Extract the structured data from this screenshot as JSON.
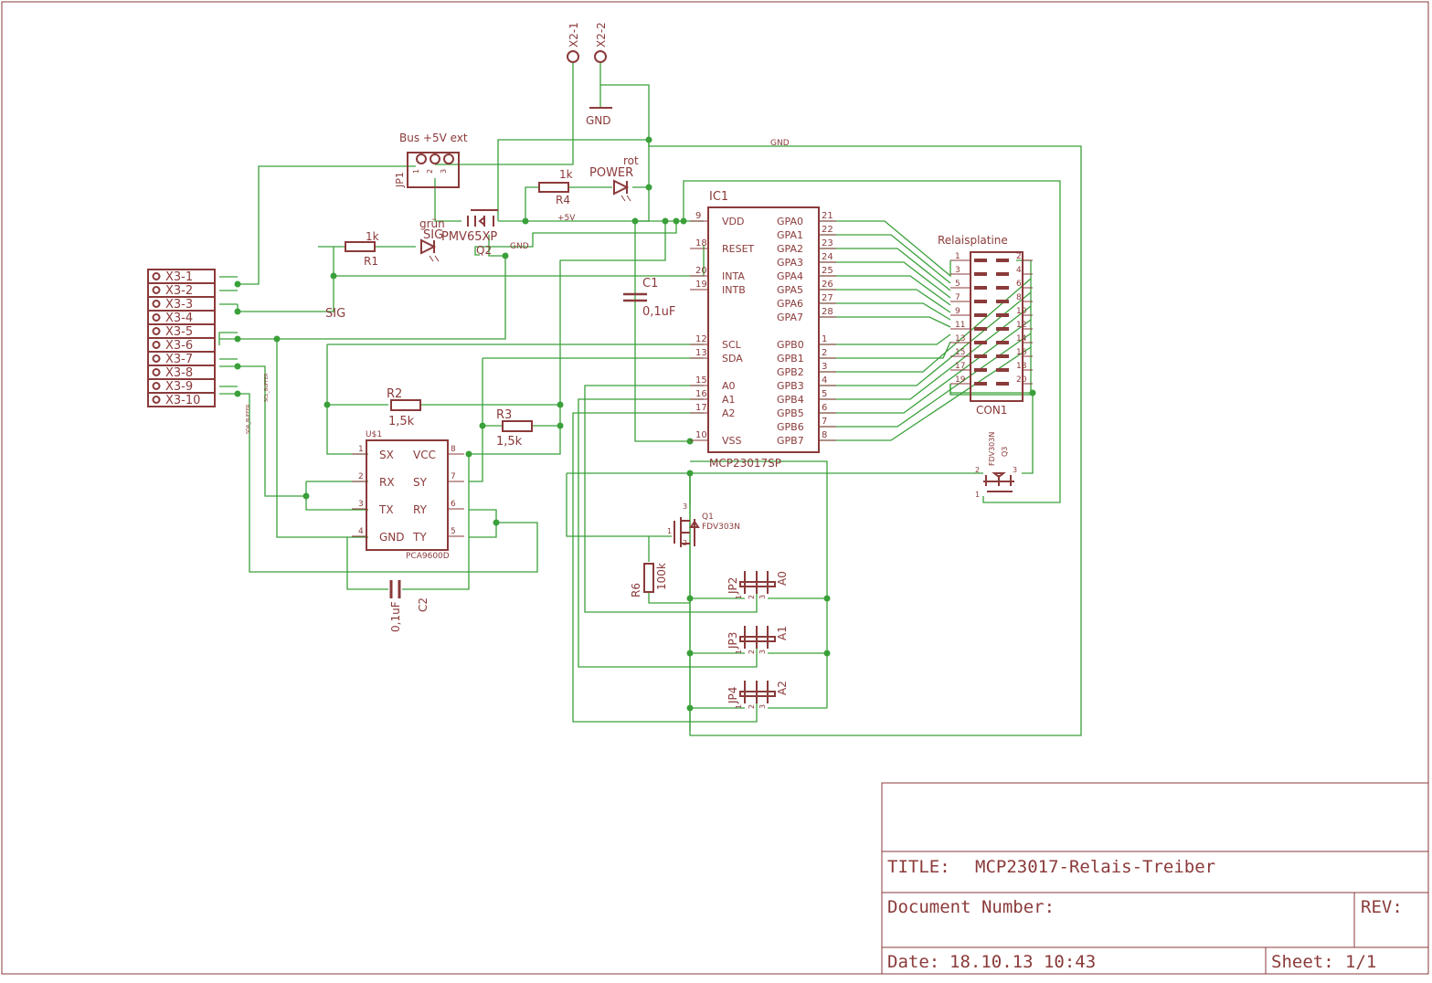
{
  "title_block": {
    "title_label": "TITLE:",
    "title_value": "MCP23017-Relais-Treiber",
    "docnum_label": "Document Number:",
    "rev_label": "REV:",
    "date_label": "Date:",
    "date_value": "18.10.13 10:43",
    "sheet_label": "Sheet:",
    "sheet_value": "1/1"
  },
  "connectors": {
    "x2_1": "X2-1",
    "x2_2": "X2-2",
    "x3_pins": [
      "X3-1",
      "X3-2",
      "X3-3",
      "X3-4",
      "X3-5",
      "X3-6",
      "X3-7",
      "X3-8",
      "X3-9",
      "X3-10"
    ],
    "jp1_name": "JP1",
    "jp1_value": "Bus +5V ext",
    "jp1_pins": [
      "1",
      "2",
      "3"
    ],
    "con1_title": "Relaisplatine",
    "con1_name": "CON1",
    "con1_left_pins": [
      "1",
      "3",
      "5",
      "7",
      "9",
      "11",
      "13",
      "15",
      "17",
      "19"
    ],
    "con1_right_pins": [
      "2",
      "4",
      "6",
      "8",
      "10",
      "12",
      "14",
      "16",
      "18",
      "20"
    ]
  },
  "ic1": {
    "name": "IC1",
    "value": "MCP23017SP",
    "left_pins": [
      {
        "num": "9",
        "label": "VDD"
      },
      {
        "num": "18",
        "label": "RESET"
      },
      {
        "num": "20",
        "label": "INTA"
      },
      {
        "num": "19",
        "label": "INTB"
      },
      {
        "num": "12",
        "label": "SCL"
      },
      {
        "num": "13",
        "label": "SDA"
      },
      {
        "num": "15",
        "label": "A0"
      },
      {
        "num": "16",
        "label": "A1"
      },
      {
        "num": "17",
        "label": "A2"
      },
      {
        "num": "10",
        "label": "VSS"
      }
    ],
    "right_pins": [
      {
        "num": "21",
        "label": "GPA0"
      },
      {
        "num": "22",
        "label": "GPA1"
      },
      {
        "num": "23",
        "label": "GPA2"
      },
      {
        "num": "24",
        "label": "GPA3"
      },
      {
        "num": "25",
        "label": "GPA4"
      },
      {
        "num": "26",
        "label": "GPA5"
      },
      {
        "num": "27",
        "label": "GPA6"
      },
      {
        "num": "28",
        "label": "GPA7"
      },
      {
        "num": "1",
        "label": "GPB0"
      },
      {
        "num": "2",
        "label": "GPB1"
      },
      {
        "num": "3",
        "label": "GPB2"
      },
      {
        "num": "4",
        "label": "GPB3"
      },
      {
        "num": "5",
        "label": "GPB4"
      },
      {
        "num": "6",
        "label": "GPB5"
      },
      {
        "num": "7",
        "label": "GPB6"
      },
      {
        "num": "8",
        "label": "GPB7"
      }
    ]
  },
  "u1": {
    "name": "U$1",
    "value": "PCA9600D",
    "left_pins": [
      {
        "num": "1",
        "label": "SX"
      },
      {
        "num": "2",
        "label": "RX"
      },
      {
        "num": "3",
        "label": "TX"
      },
      {
        "num": "4",
        "label": "GND"
      }
    ],
    "right_pins": [
      {
        "num": "8",
        "label": "VCC"
      },
      {
        "num": "7",
        "label": "SY"
      },
      {
        "num": "6",
        "label": "RY"
      },
      {
        "num": "5",
        "label": "TY"
      }
    ]
  },
  "parts": {
    "r1_name": "R1",
    "r1_value": "1k",
    "r2_name": "R2",
    "r2_value": "1,5k",
    "r3_name": "R3",
    "r3_value": "1,5k",
    "r4_name": "R4",
    "r4_value": "1k",
    "r6_name": "R6",
    "r6_value": "100k",
    "c1_name": "C1",
    "c1_value": "0,1uF",
    "c2_name": "C2",
    "c2_value": "0,1uF",
    "q1_name": "Q1",
    "q1_value": "FDV303N",
    "q1_pins": [
      "3",
      "1",
      "2"
    ],
    "q2_name": "Q2",
    "q2_value": "PMV65XP",
    "q3_name": "Q3",
    "q3_value": "FDV303N",
    "q3_pins": [
      "2",
      "3",
      "1"
    ],
    "led_sig_name": "SIG",
    "led_sig_color": "grün",
    "led_power_name": "POWER",
    "led_power_color": "rot",
    "jp2_name": "JP2",
    "jp2_label": "A0",
    "jp3_name": "JP3",
    "jp3_label": "A1",
    "jp4_name": "JP4",
    "jp4_label": "A2",
    "jumper_pins": [
      "1",
      "2",
      "3"
    ]
  },
  "nets": {
    "gnd_symbol": "GND",
    "gnd_top": "GND",
    "gnd_small": "GND",
    "plus5v": "+5V",
    "sig": "SIG",
    "scl_buffer": "SCL_BUFFER",
    "sda_buffer": "SDA_BUFFER"
  },
  "colors": {
    "component": "#8b3a3a",
    "wire": "#3aa03a",
    "background": "#ffffff"
  }
}
